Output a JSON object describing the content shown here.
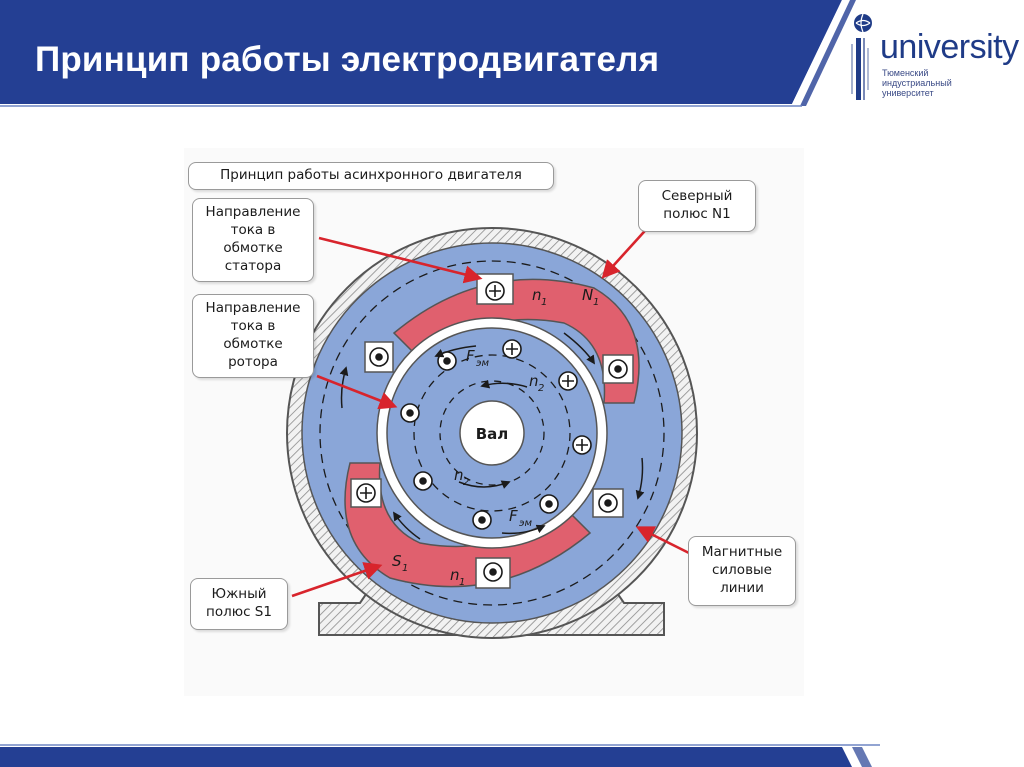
{
  "slide": {
    "title": "Принцип работы электродвигателя"
  },
  "logo": {
    "word": "university",
    "line1": "Тюменский",
    "line2": "индустриальный",
    "line3": "университет"
  },
  "diagram": {
    "heading": "Принцип работы асинхронного двигателя",
    "labels": {
      "stator_current": "Направление тока в обмотке статора",
      "rotor_current": "Направление тока в обмотке ротора",
      "north_pole": "Северный полюс N1",
      "south_pole": "Южный полюс S1",
      "field_lines": "Магнитные силовые линии",
      "shaft": "Вал"
    },
    "symbols": {
      "n1": "n",
      "n1_sub": "1",
      "n2": "n",
      "n2_sub": "2",
      "f": "F",
      "f_sub": "эм",
      "N": "N",
      "N_sub": "1",
      "S": "S",
      "S_sub": "1"
    }
  },
  "colors": {
    "header_blue": "#243f93",
    "stator_blue": "#8aa6d8",
    "rotor_blue": "#8aa6d8",
    "pole_red": "#e0606e",
    "arrow_red": "#d8242c"
  }
}
